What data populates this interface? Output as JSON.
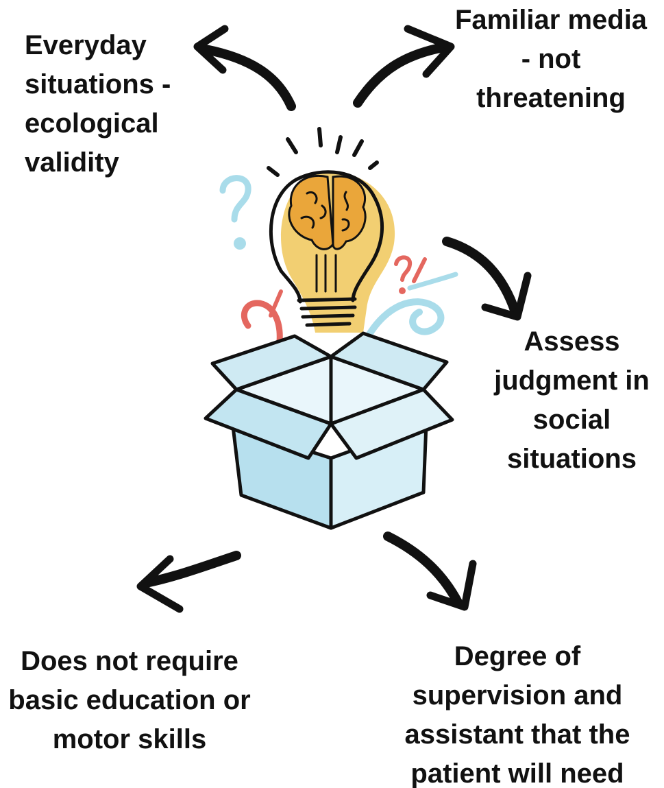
{
  "labels": {
    "top_left": [
      "Everyday",
      "situations -",
      "ecological",
      "validity"
    ],
    "top_right": [
      "Familiar media",
      "- not",
      "threatening"
    ],
    "mid_right": [
      "Assess",
      "judgment in",
      "social",
      "situations"
    ],
    "bottom_left": [
      "Does not require",
      "basic education or",
      "motor skills"
    ],
    "bottom_right": [
      "Degree of",
      "supervision and",
      "assistant that the",
      "patient will need"
    ]
  },
  "colors": {
    "text": "#111111",
    "arrow": "#111111",
    "bulb_glow": "#f2cf72",
    "brain": "#eaa63a",
    "box_light": "#d7eff7",
    "box_mid": "#b7e0ee",
    "question_blue": "#a9dcea",
    "question_red": "#e4675f"
  },
  "icons": [
    "lightbulb-icon",
    "brain-icon",
    "open-box-icon",
    "question-mark-icon"
  ]
}
